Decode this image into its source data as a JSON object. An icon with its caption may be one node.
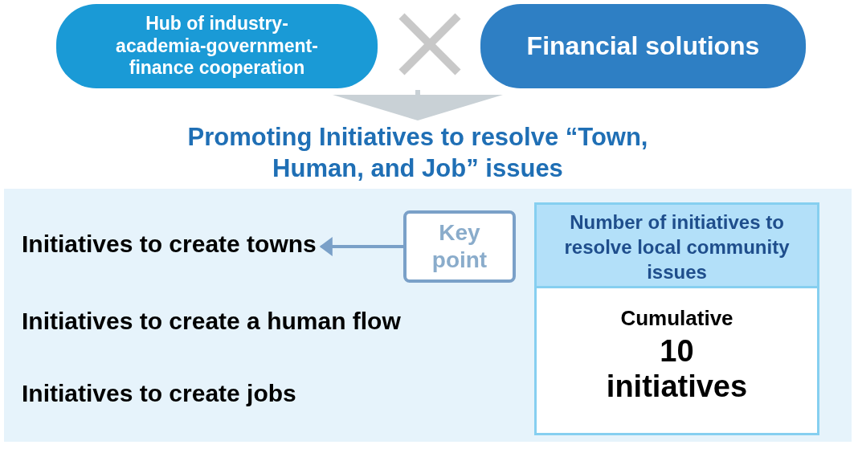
{
  "diagram": {
    "nodes": [
      {
        "text": [
          "Hub of industry-academia-government-finance cooperation"
        ]
      },
      {
        "text": [
          "Financial solutions"
        ]
      },
      {
        "text": [
          "Promoting Initiatives to resolve “Town, Human, and Job” issues"
        ]
      },
      {
        "text": [],
        "shape": "box"
      },
      {
        "text": [
          "Initiatives to create towns"
        ],
        "in": 3
      },
      {
        "text": [
          "Key point"
        ],
        "in": 3
      },
      {
        "text": [
          "Initiatives to create a human flow"
        ],
        "in": 3
      },
      {
        "text": [
          "Initiatives to create jobs"
        ],
        "in": 3
      },
      {
        "text": [
          "Number of initiatives to resolve local community issues",
          "Cumulative",
          "10 initiatives"
        ],
        "in": 3
      }
    ],
    "edges": [
      {
        "from": null,
        "to": 2,
        "arrow": "to"
      },
      {
        "from": 5,
        "to": 4,
        "arrow": "to"
      }
    ]
  }
}
